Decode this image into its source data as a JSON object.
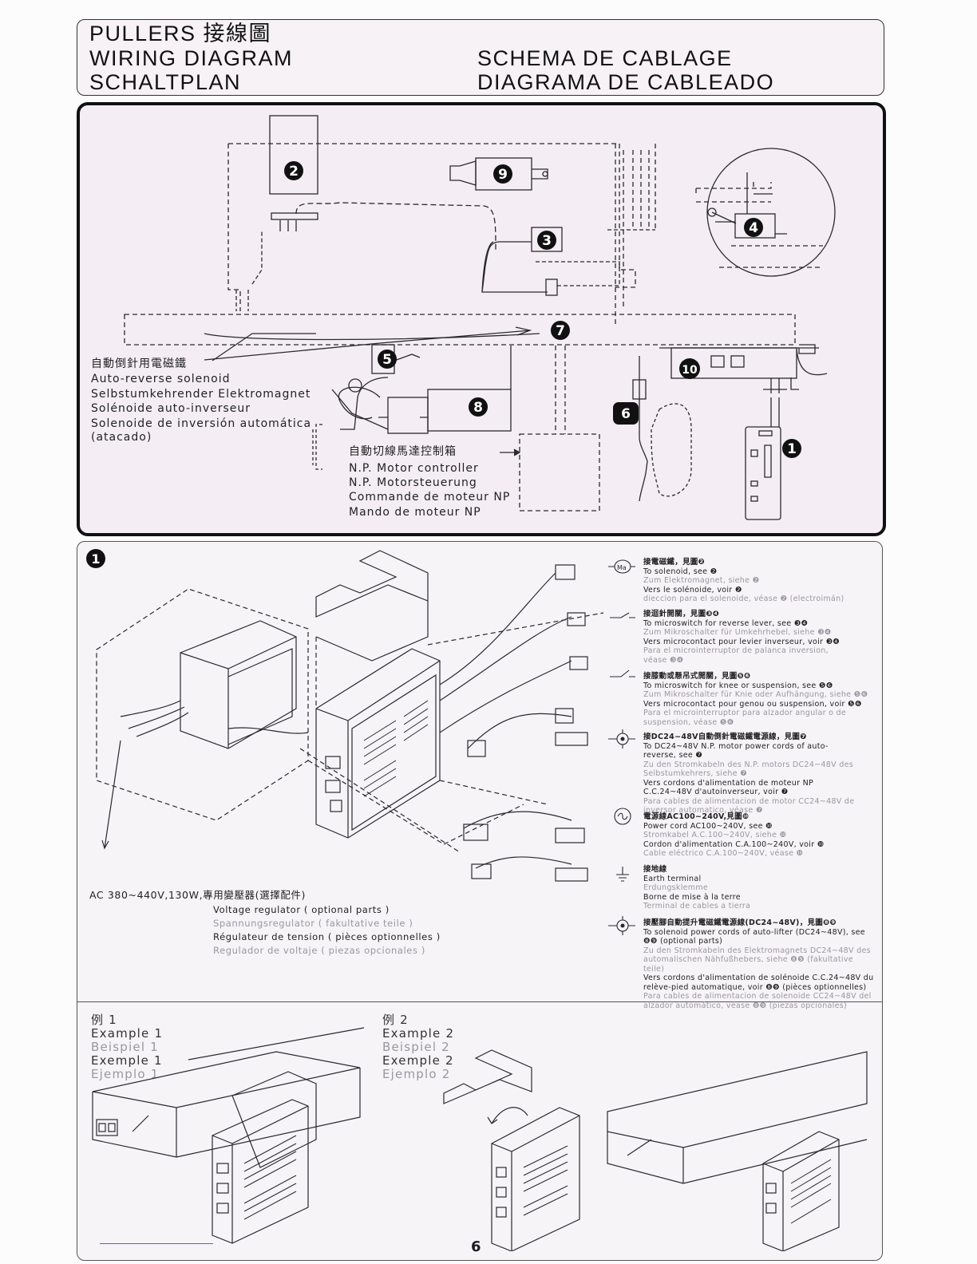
{
  "header": {
    "title_line1": "PULLERS 接線圖",
    "title_line2": "WIRING DIAGRAM",
    "title_line3": "SCHALTPLAN",
    "title_fr": "SCHEMA DE CABLAGE",
    "title_es": "DIAGRAMA DE CABLEADO"
  },
  "diagram1": {
    "parts": [
      "2",
      "9",
      "3",
      "4",
      "7",
      "5",
      "8",
      "10",
      "6",
      "1"
    ],
    "solenoid_label": {
      "cn": "自動倒針用電磁鐵",
      "en": "Auto-reverse solenoid",
      "de": "Selbstumkehrender Elektromagnet",
      "fr": "Solénoide auto-inverseur",
      "es": "Solenoide de inversión automática",
      "es2": "(atacado)"
    },
    "controller_label": {
      "cn": "自動切線馬達控制箱",
      "en": "N.P. Motor controller",
      "de": "N.P. Motorsteuerung",
      "fr": "Commande de moteur NP",
      "es": "Mando de moteur NP"
    }
  },
  "diagram2": {
    "number": "1",
    "voltage_label": {
      "cn": "AC 380~440V,130W,專用變壓器(選擇配件)",
      "en": "Voltage regulator ( optional parts )",
      "de": "Spannungsregulator ( fakultative teile )",
      "fr": "Régulateur de tension ( pièces optionnelles )",
      "es": "Regulador de voltaje ( piezas opcionales )"
    },
    "legend": [
      {
        "symbol": "Ma",
        "cn": "接電磁鐵，見圖❷",
        "en": "To solenoid, see ❷",
        "de": "Zum Elektromagnet, siehe ❷",
        "fr": "Vers le solénoide, voir ❷",
        "es": "dieccion para el solenoide, véase ❷ (electroimán)"
      },
      {
        "symbol": "lever",
        "cn": "接迴針開關，見圖❸❹",
        "en": "To microswitch for reverse lever, see ❸❹",
        "de": "Zum Mikroschalter für Umkehrhebel, siehe ❸❹",
        "fr": "Vers microcontact pour levier inverseur, voir ❸❹",
        "es": "Para el microinterruptor de palanca inversion, véase ❸❹"
      },
      {
        "symbol": "switch",
        "cn": "接膝動或懸吊式開關，見圖❺❻",
        "en": "To microswitch for knee or suspension, see ❺❻",
        "de": "Zum Mikroschalter für Knie oder Aufhängung, siehe ❺❻",
        "fr": "Vers microcontact pour genou ou suspension, voir ❺❻",
        "es": "Para el microinterruptor para alzador angular o de suspension, véase ❺❻"
      },
      {
        "symbol": "target",
        "cn": "接DC24~48V自動倒針電磁鐵電源線，見圖❼",
        "en": "To DC24~48V N.P. motor power cords of auto-reverse, see ❼",
        "de": "Zu den Stromkabeln des N.P. motors DC24~48V des Selbstumkehrers, siehe ❼",
        "fr": "Vers cordons d'alimentation de moteur NP C.C.24~48V d'autoinverseur, voir ❼",
        "es": "Para cables de alimentacion de motor CC24~48V de inversor automatico, véase ❼"
      },
      {
        "symbol": "~",
        "cn": "電源線AC100~240V,見圖❿",
        "en": "Power cord AC100~240V, see ❿",
        "de": "Stromkabel A.C.100~240V, siehe ❿",
        "fr": "Cordon d'alimentation C.A.100~240V, voir ❿",
        "es": "Cable eléctrico C.A.100~240V, véase ❿"
      },
      {
        "symbol": "ground",
        "cn": "接地線",
        "en": "Earth terminal",
        "de": "Erdungsklemme",
        "fr": "Borne de mise à la terre",
        "es": "Terminal de cables a tierra"
      },
      {
        "symbol": "target",
        "cn": "接壓腳自動提升電磁鐵電源線(DC24~48V)，見圖❽❾",
        "en": "To solenoid power cords of auto-lifter (DC24~48V), see ❽❾ (optional parts)",
        "de": "Zu den Stromkabeln des Elektromagnets DC24~48V des automalischen Nähfußhebers, siehe ❽❾ (fakultative teile)",
        "fr": "Vers cordons d'alimentation de solénoide C.C.24~48V du relève-pied automatique, voir ❽❾ (pièces optionnelles)",
        "es": "Para cables de alimentacion de solenoide CC24~48V del alzador automático, véase ❽❾ (piezas opcionales)"
      }
    ]
  },
  "examples": [
    {
      "cn": "例 1",
      "en": "Example 1",
      "de": "Beispiel 1",
      "fr": "Exemple 1",
      "es": "Ejemplo 1"
    },
    {
      "cn": "例 2",
      "en": "Example 2",
      "de": "Beispiel 2",
      "fr": "Exemple 2",
      "es": "Ejemplo 2"
    }
  ],
  "page_number": "6",
  "colors": {
    "accent_text": "#1d1b20",
    "grey_text": "#9a96a0",
    "panel_bg": "#f4eef4"
  }
}
